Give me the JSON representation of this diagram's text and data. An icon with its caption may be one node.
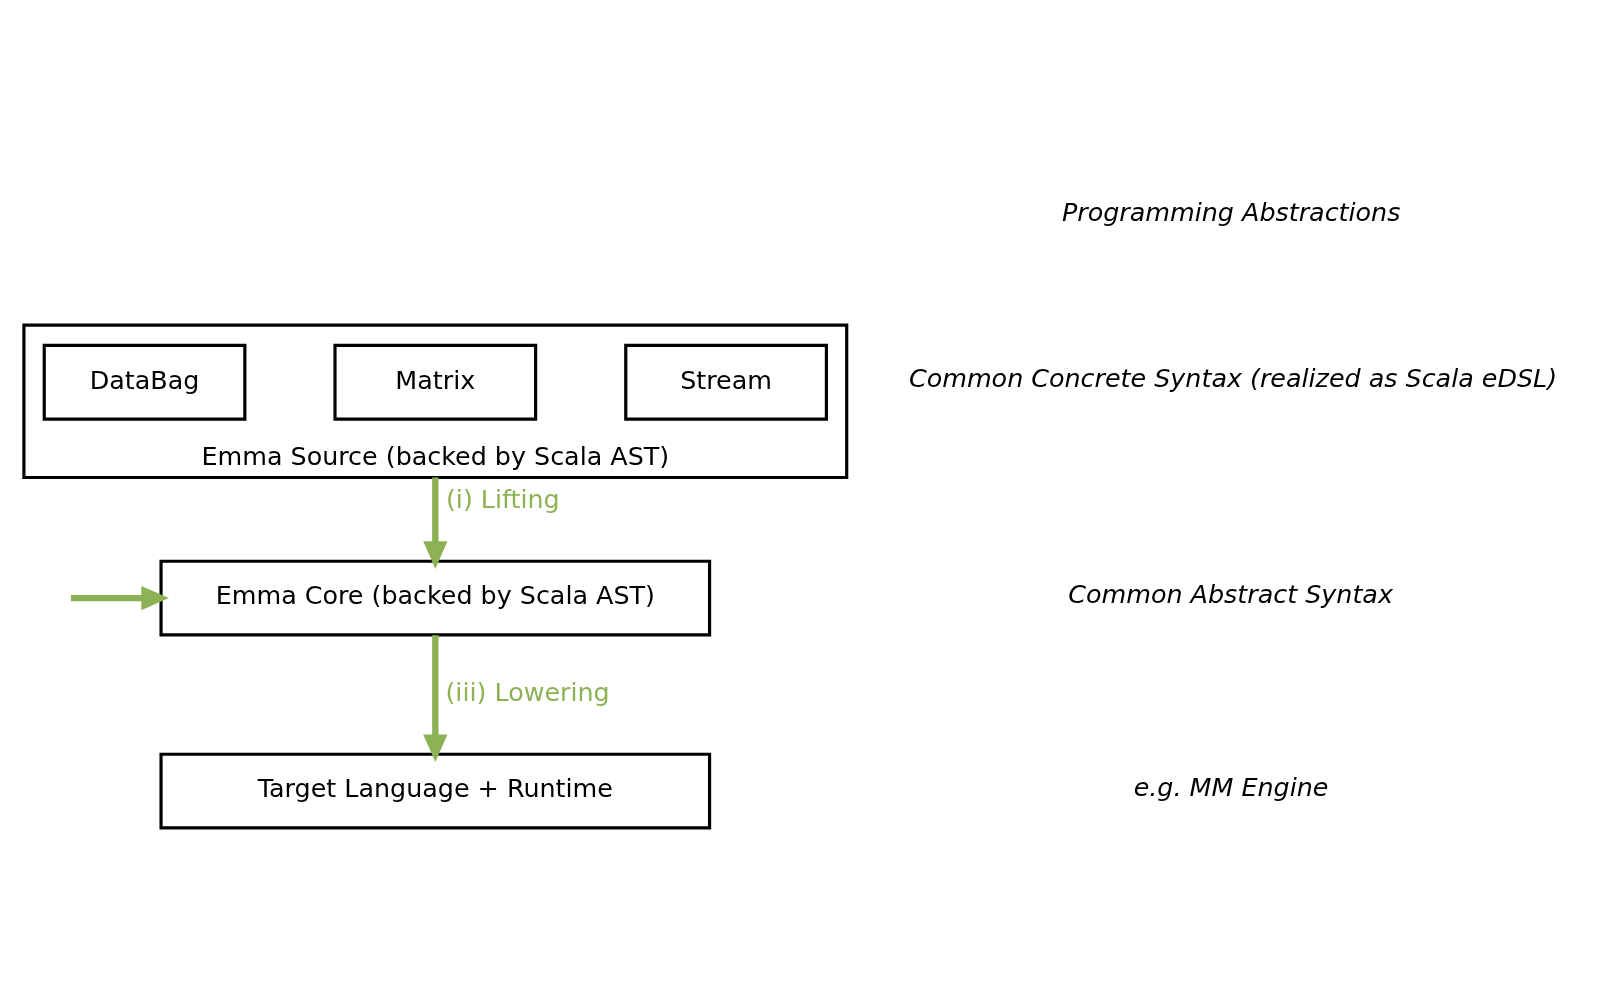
{
  "diagram": {
    "nodes": [
      {
        "text": [
          "Emma Source (backed by Scala AST)"
        ]
      },
      {
        "text": [
          "DataBag"
        ],
        "in": 0
      },
      {
        "text": [
          "Matrix"
        ],
        "in": 0
      },
      {
        "text": [
          "Stream"
        ],
        "in": 0
      },
      {
        "text": [
          "Emma Core (backed by Scala AST)"
        ]
      },
      {
        "text": [
          "Target Language + Runtime"
        ]
      }
    ],
    "edges": [
      {
        "from": 0,
        "to": 4,
        "arrow": "to",
        "label": "(i) Lifting",
        "color": "#8db255"
      },
      {
        "from": null,
        "to": 4,
        "arrow": "to",
        "color": "#8db255"
      },
      {
        "from": 4,
        "to": 5,
        "arrow": "to",
        "label": "(iii) Lowering",
        "color": "#8db255"
      }
    ],
    "labels": [
      "Programming Abstractions",
      "Common Concrete Syntax (realized as Scala eDSL)",
      "Common Abstract Syntax",
      "e.g. MM Engine"
    ]
  }
}
